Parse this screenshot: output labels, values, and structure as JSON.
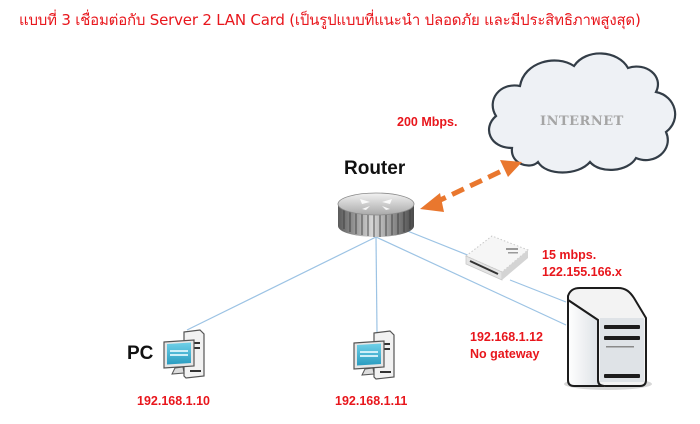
{
  "title": "แบบที่ 3 เชื่อมต่อกับ Server 2 LAN Card (เป็นรูปแบบที่แนะนำ ปลอดภัย และมีประสิทธิภาพสูงสุด)",
  "colors": {
    "label_red": "#e8161c",
    "link_blue": "#9cc3e4",
    "arrow_orange": "#e9772e",
    "cloud_fill": "#eef1f5",
    "cloud_stroke": "#333d47"
  },
  "nodes": {
    "internet": {
      "label": "INTERNET",
      "icon": "cloud-icon"
    },
    "router": {
      "label": "Router",
      "icon": "router-icon"
    },
    "modem": {
      "icon": "modem-icon"
    },
    "server": {
      "icon": "server-icon"
    },
    "pc1": {
      "label": "PC",
      "ip": "192.168.1.10",
      "icon": "desktop-pc-icon"
    },
    "pc2": {
      "ip": "192.168.1.11",
      "icon": "desktop-pc-icon"
    }
  },
  "links": {
    "router_internet": {
      "speed": "200 Mbps.",
      "style": "dashed-bidirectional-arrow"
    },
    "modem_server": {
      "speed": "15 mbps.",
      "ip": "122.155.166.x"
    },
    "router_server": {
      "ip": "192.168.1.12",
      "note": "No gateway"
    }
  }
}
